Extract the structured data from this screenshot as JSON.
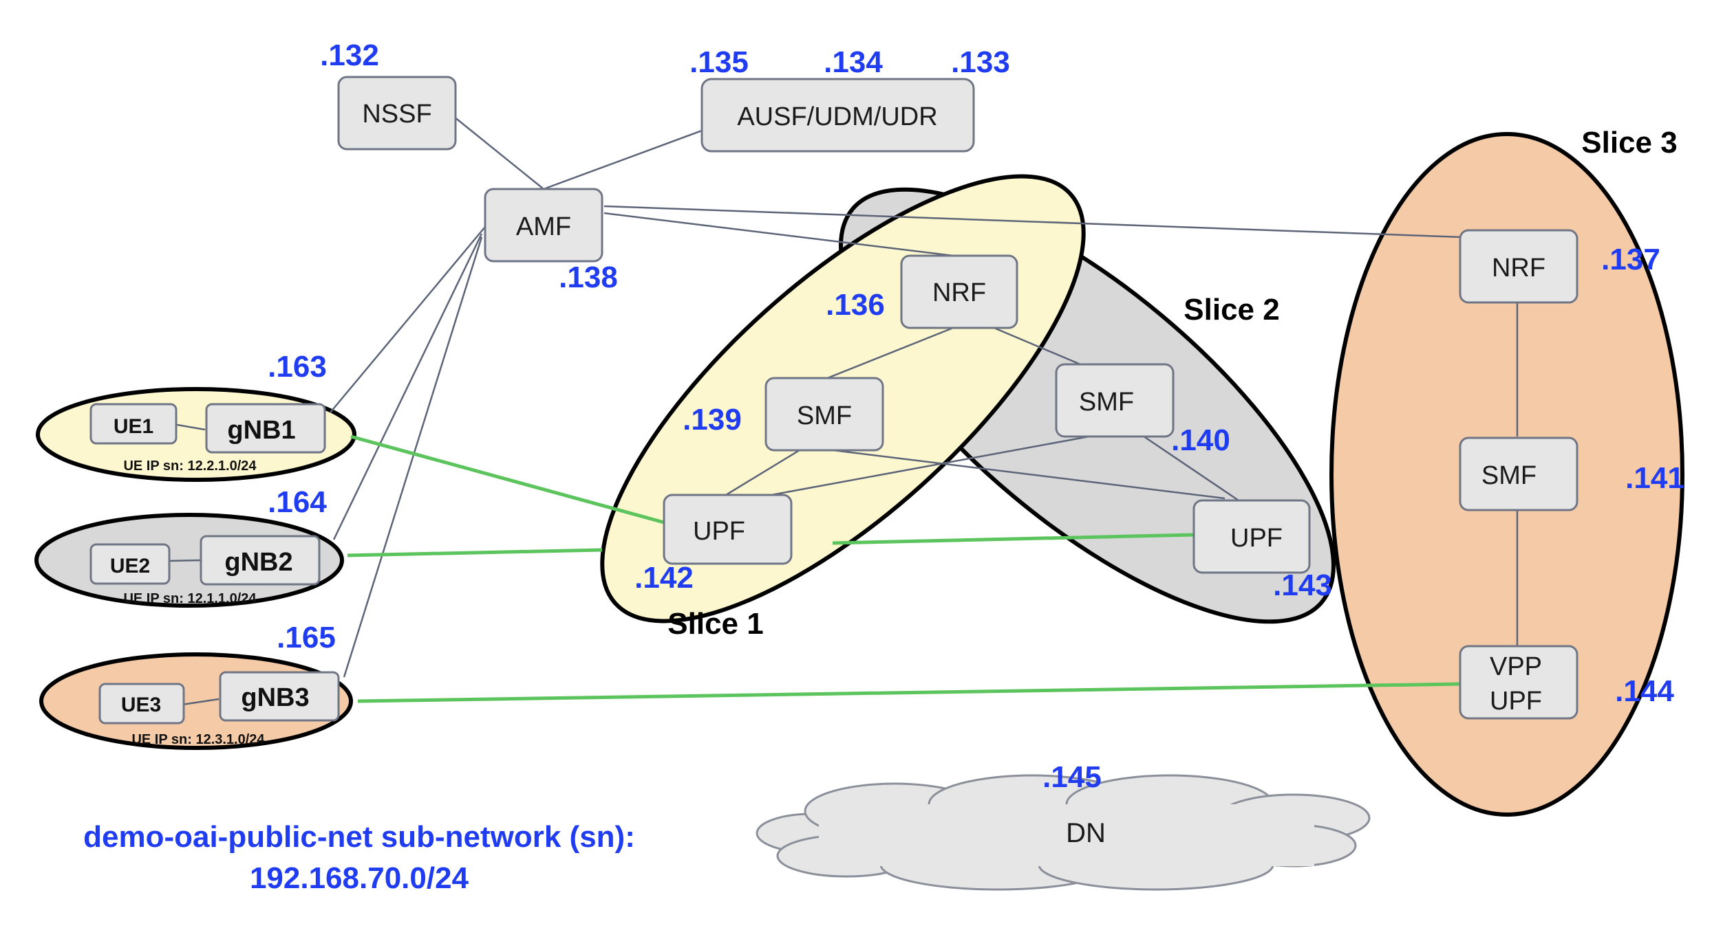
{
  "colors": {
    "ip_blue": "#1f3cf0",
    "slice1_fill": "#fdf7cf",
    "slice2_fill": "#d8d8d8",
    "slice3_fill": "#f5cba7",
    "box_fill": "#e6e6e6",
    "box_stroke": "#6f7584",
    "link_gray": "#5c6478",
    "user_plane_green": "#5cc45c"
  },
  "core": {
    "nssf": {
      "label": "NSSF",
      "ip": ".132"
    },
    "ausf": {
      "label": "AUSF/UDM/UDR",
      "ips": [
        ".135",
        ".134",
        ".133"
      ]
    },
    "amf": {
      "label": "AMF",
      "ip": ".138"
    }
  },
  "slices": {
    "slice1": {
      "label": "Slice 1",
      "nrf": "NRF",
      "nrf_ip": ".136",
      "smf": "SMF",
      "smf_ip": ".139",
      "upf": "UPF",
      "upf_ip": ".142"
    },
    "slice2": {
      "label": "Slice 2",
      "smf": "SMF",
      "smf_ip": ".140",
      "upf": "UPF",
      "upf_ip": ".143"
    },
    "slice3": {
      "label": "Slice 3",
      "nrf": "NRF",
      "nrf_ip": ".137",
      "smf": "SMF",
      "smf_ip": ".141",
      "upf_line1": "VPP",
      "upf_line2": "UPF",
      "upf_ip": ".144"
    }
  },
  "ran": [
    {
      "ue": "UE1",
      "gnb": "gNB1",
      "ip": ".163",
      "subnet": "UE IP sn: 12.2.1.0/24"
    },
    {
      "ue": "UE2",
      "gnb": "gNB2",
      "ip": ".164",
      "subnet": "UE IP sn: 12.1.1.0/24"
    },
    {
      "ue": "UE3",
      "gnb": "gNB3",
      "ip": ".165",
      "subnet": "UE IP sn: 12.3.1.0/24"
    }
  ],
  "dn": {
    "label": "DN",
    "ip": ".145"
  },
  "subnet_caption": {
    "line1": "demo-oai-public-net sub-network (sn):",
    "line2": "192.168.70.0/24"
  }
}
